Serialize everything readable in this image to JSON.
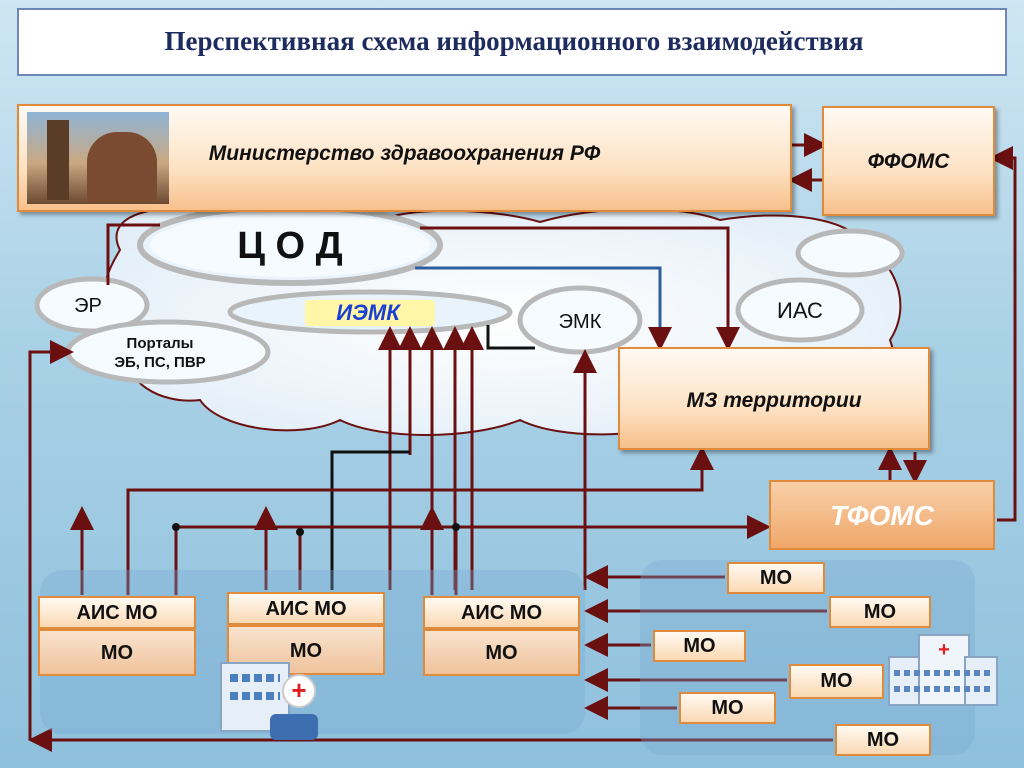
{
  "title": "Перспективная схема информационного взаимодействия",
  "ministry": {
    "label": "Министерство здравоохранения РФ"
  },
  "ffoms": {
    "label": "ФФОМС"
  },
  "mz_territory": {
    "label": "МЗ территории"
  },
  "tfoms": {
    "label": "ТФОМС"
  },
  "clouds": {
    "cod": "Ц О Д",
    "iemk": "ИЭМК",
    "er": "ЭР",
    "portals_line1": "Порталы",
    "portals_line2": "ЭБ, ПС, ПВР",
    "emk": "ЭМК",
    "ias": "ИАС"
  },
  "ais_units": [
    {
      "ais": "АИС МО",
      "mo": "МО"
    },
    {
      "ais": "АИС МО",
      "mo": "МО"
    },
    {
      "ais": "АИС МО",
      "mo": "МО"
    }
  ],
  "mo_list": [
    "МО",
    "МО",
    "МО",
    "МО",
    "МО",
    "МО"
  ],
  "colors": {
    "arrow": "#6b1010",
    "box_border": "#e08a3c",
    "title_text": "#1d2b5e",
    "tfoms_text": "#ffffff"
  },
  "icons": [
    "building-photo",
    "hospital-icon",
    "hospital-icon"
  ]
}
